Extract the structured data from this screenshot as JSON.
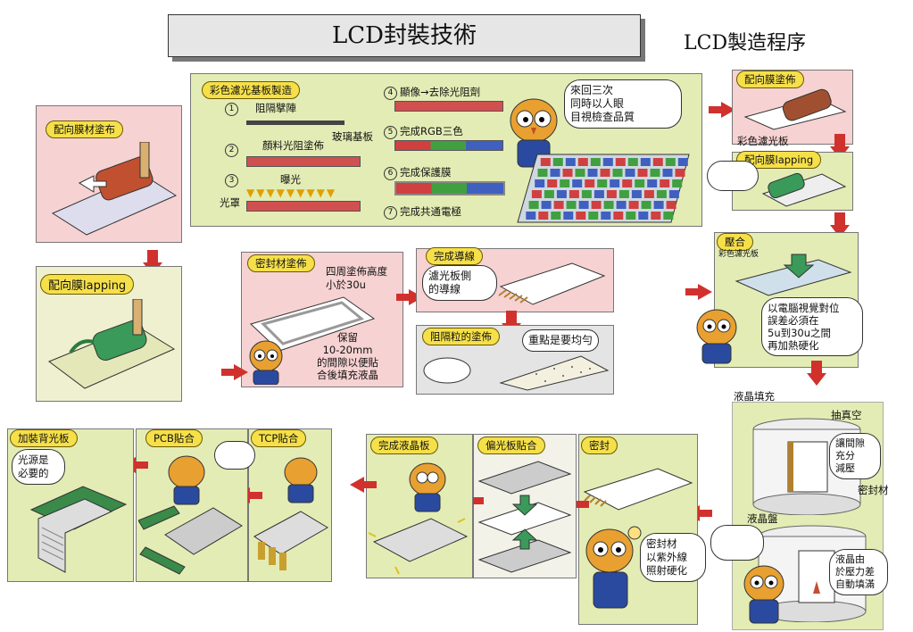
{
  "title": "LCD封裝技術",
  "subtitle": "LCD製造程序",
  "color_filter": {
    "tag": "彩色濾光基板製造",
    "steps": [
      {
        "num": "①",
        "label": "阻隔擘陣"
      },
      {
        "num": "②",
        "label": "顏料光阻塗佈"
      },
      {
        "num": "③",
        "label": "曝光"
      },
      {
        "num": "④",
        "label": "顯像→去除光阻劑"
      },
      {
        "num": "⑤",
        "label": "完成RGB三色"
      },
      {
        "num": "⑥",
        "label": "完成保護膜"
      },
      {
        "num": "⑦",
        "label": "完成共通電極"
      }
    ],
    "glass_label": "玻璃基板",
    "mask_label": "光罩",
    "bubble": "來回三次\n同時以人眼\n目視檢查品質"
  },
  "left_col": {
    "tag1": "配向膜材塗布",
    "tag2": "配向膜lapping"
  },
  "right_col": {
    "tag1": "配向膜塗佈",
    "cf_label": "彩色濾光板",
    "tag2": "配向膜lapping",
    "tag3": "壓合",
    "cf_small": "彩色濾光板",
    "bubble": "以電腦視覺對位\n誤差必須在\n5u到30u之間\n再加熱硬化",
    "fill_title": "液晶填充",
    "vacuum": "抽真空",
    "bubble2": "讓間隙\n充分\n減壓",
    "seal": "密封材",
    "tray": "液晶盤",
    "bubble3": "液晶由\n於壓力差\n自動填滿"
  },
  "seal_panel": {
    "tag": "密封材塗佈",
    "note1": "四周塗佈高度\n小於30u",
    "note2": "保留\n10-20mm\n的間隙以便貼\n合後填充液晶"
  },
  "wire_panel": {
    "tag": "完成導線",
    "bubble": "濾光板側\n的導線"
  },
  "spacer_panel": {
    "tag": "阻隔粒的塗佈",
    "bubble": "重點是要均勻"
  },
  "bottom": {
    "backlight": "加裝背光板",
    "backlight_bubble": "光源是\n必要的",
    "pcb": "PCB貼合",
    "tcp": "TCP貼合",
    "lcd_done": "完成液晶板",
    "polarizer": "偏光板貼合",
    "seal": "密封",
    "seal_bubble": "密封材\n以紫外線\n照射硬化"
  }
}
